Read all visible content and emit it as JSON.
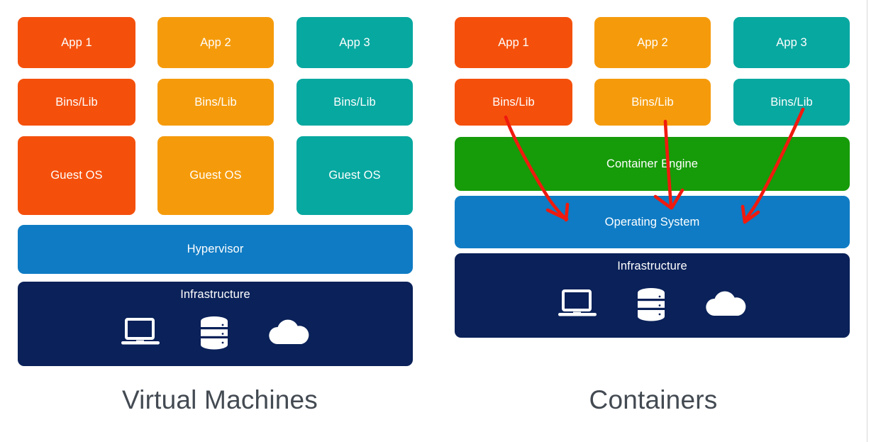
{
  "diagram": {
    "title_left": "Virtual Machines",
    "title_right": "Containers",
    "colors": {
      "orange": "#F4500C",
      "amber": "#F59B0B",
      "teal": "#07A8A0",
      "green": "#169B09",
      "blue": "#0F7BC4",
      "navy": "#0A2159",
      "arrow_red": "#F01A0E",
      "caption_gray": "#434A52",
      "background": "#FFFFFF",
      "edge_rule": "#D9D9D9"
    }
  },
  "vm": {
    "caption": "Virtual Machines",
    "columns": [
      {
        "app": "App 1",
        "bins": "Bins/Lib",
        "os": "Guest OS",
        "color": "orange"
      },
      {
        "app": "App 2",
        "bins": "Bins/Lib",
        "os": "Guest OS",
        "color": "amber"
      },
      {
        "app": "App 3",
        "bins": "Bins/Lib",
        "os": "Guest OS",
        "color": "teal"
      }
    ],
    "hypervisor": "Hypervisor",
    "infrastructure": "Infrastructure",
    "infrastructure_icons": [
      "laptop-icon",
      "database-icon",
      "cloud-icon"
    ]
  },
  "containers": {
    "caption": "Containers",
    "columns": [
      {
        "app": "App 1",
        "bins": "Bins/Lib",
        "color": "orange"
      },
      {
        "app": "App 2",
        "bins": "Bins/Lib",
        "color": "amber"
      },
      {
        "app": "App 3",
        "bins": "Bins/Lib",
        "color": "teal"
      }
    ],
    "container_engine": "Container Engine",
    "operating_system": "Operating System",
    "infrastructure": "Infrastructure",
    "infrastructure_icons": [
      "laptop-icon",
      "database-icon",
      "cloud-icon"
    ],
    "annotation_arrows": 3
  }
}
